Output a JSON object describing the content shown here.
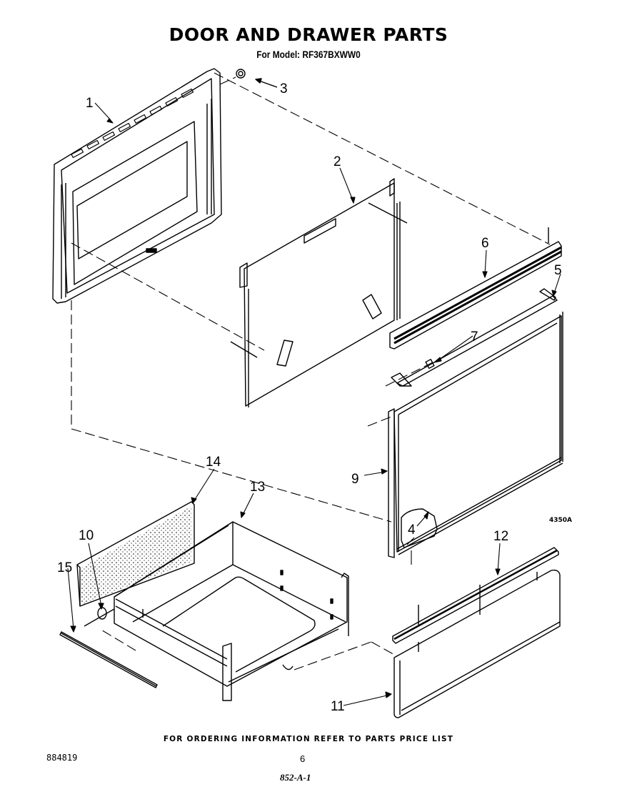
{
  "header": {
    "title": "DOOR AND DRAWER PARTS",
    "subtitle": "For Model: RF367BXWW0"
  },
  "diagram": {
    "figure_code": "4350A",
    "callouts": [
      {
        "id": "1",
        "label": "1",
        "part": "oven-door-inner-panel"
      },
      {
        "id": "2",
        "label": "2",
        "part": "door-insulation-liner"
      },
      {
        "id": "3",
        "label": "3",
        "part": "screw"
      },
      {
        "id": "4",
        "label": "4",
        "part": "door-insulation"
      },
      {
        "id": "5",
        "label": "5",
        "part": "handle-end-cap"
      },
      {
        "id": "6",
        "label": "6",
        "part": "door-trim-top"
      },
      {
        "id": "7",
        "label": "7",
        "part": "handle"
      },
      {
        "id": "9",
        "label": "9",
        "part": "outer-door-panel"
      },
      {
        "id": "10",
        "label": "10",
        "part": "drawer-roller"
      },
      {
        "id": "11",
        "label": "11",
        "part": "drawer-front-panel"
      },
      {
        "id": "12",
        "label": "12",
        "part": "drawer-trim"
      },
      {
        "id": "13",
        "label": "13",
        "part": "drawer-body"
      },
      {
        "id": "14",
        "label": "14",
        "part": "drawer-insulation"
      },
      {
        "id": "15",
        "label": "15",
        "part": "drawer-slide-rail"
      }
    ]
  },
  "footer": {
    "note": "FOR ORDERING INFORMATION REFER TO PARTS PRICE LIST",
    "doc_number": "884819",
    "page_number": "6",
    "handwritten": "852-A-1"
  }
}
